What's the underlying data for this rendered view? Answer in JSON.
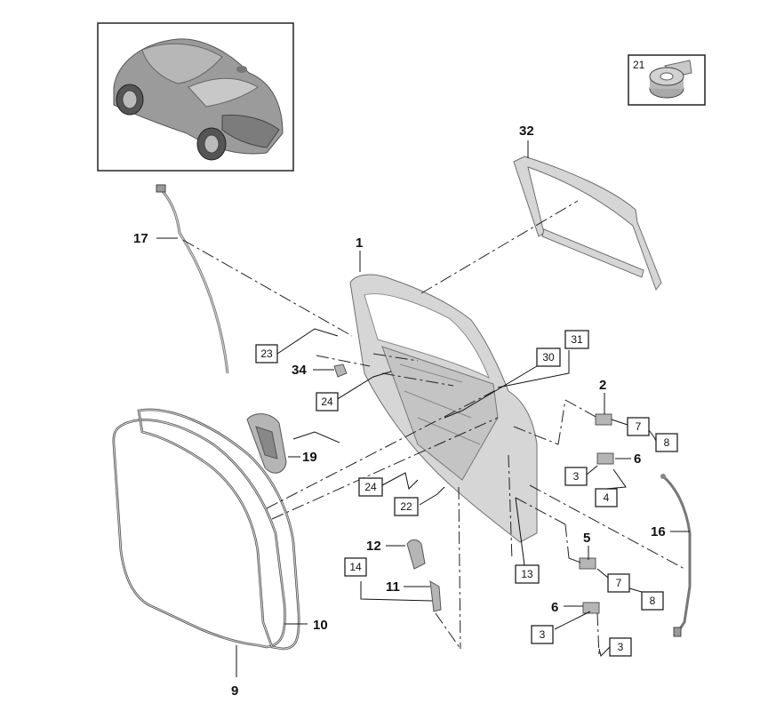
{
  "inset_icon": "car-overview-illustration",
  "tape_label": "21",
  "callouts_bold": [
    "32",
    "1",
    "17",
    "34",
    "2",
    "6",
    "19",
    "5",
    "16",
    "12",
    "11",
    "6",
    "10",
    "9"
  ],
  "callouts_boxed": [
    "23",
    "31",
    "30",
    "24",
    "7",
    "8",
    "3",
    "4",
    "24",
    "22",
    "14",
    "13",
    "7",
    "8",
    "3",
    "3"
  ],
  "colors": {
    "line": "#111111",
    "part_fill": "#d6d6d6",
    "part_stroke": "#6e6e6e"
  }
}
